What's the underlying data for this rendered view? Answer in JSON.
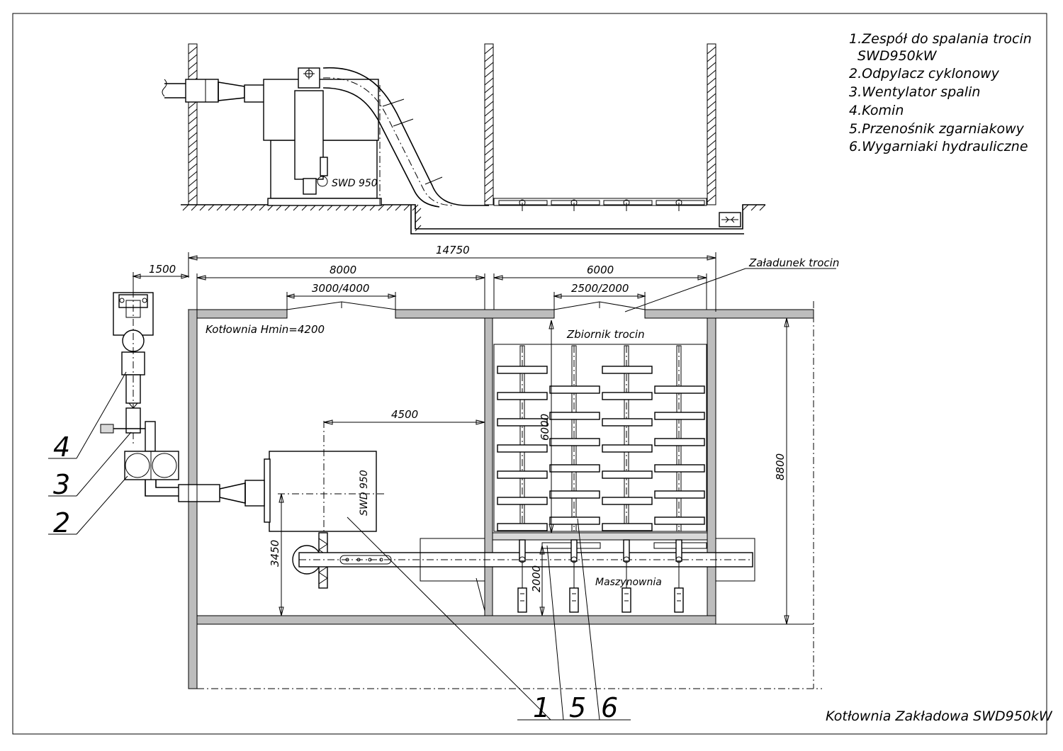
{
  "legend": {
    "items": [
      "1.Zespół do spalania trocin",
      "SWD950kW",
      "2.Odpylacz cyklonowy",
      "3.Wentylator spalin",
      "4.Komin",
      "5.Przenośnik zgarniakowy",
      "6.Wygarniaki hydrauliczne"
    ]
  },
  "title_block": {
    "title": "Kotłownia Zakładowa SWD950kW"
  },
  "elevation": {
    "unit_label": "SWD 950"
  },
  "plan": {
    "room_label": "Kotłownia Hmin=4200",
    "tank_label": "Zbiornik trocin",
    "machine_room_label": "Maszynownia",
    "loading_label": "Załadunek trocin",
    "unit_label": "SWD 950"
  },
  "dimensions": {
    "total_width": "14750",
    "chimney_offset": "1500",
    "boiler_room_width": "8000",
    "boiler_room_opening": "3000/4000",
    "tank_width": "6000",
    "tank_opening": "2500/2000",
    "boiler_to_tank": "4500",
    "tank_depth": "6000",
    "total_depth": "8800",
    "machine_room_depth": "2000",
    "boiler_axis": "3450"
  },
  "callouts": [
    "1",
    "5",
    "6",
    "4",
    "3",
    "2"
  ]
}
